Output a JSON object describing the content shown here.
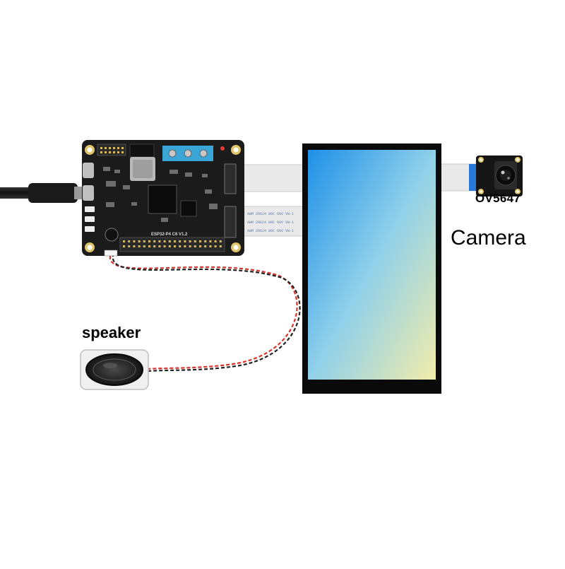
{
  "labels": {
    "camera_model": "OV5647",
    "camera": "Camera",
    "speaker": "speaker"
  },
  "board": {
    "silkscreen": "ESP32-P4 C6 V1.2"
  },
  "ribbon": {
    "marking": "AWM 20624 80C 60V VW-1"
  },
  "colors": {
    "screen_top": "#1e90e8",
    "screen_mid": "#8fd0ea",
    "screen_bottom": "#f2ecaa",
    "board": "#1b1b1b",
    "ribbon": "#e9e9e9",
    "ribbon_tip": "#2a78d8",
    "wire_red": "#d9342b",
    "wire_black": "#222222",
    "terminal": "#3aa6d8"
  },
  "icons": {
    "usb_cable": "usb-c-cable-icon",
    "speaker": "speaker-icon",
    "camera": "camera-module-icon"
  }
}
